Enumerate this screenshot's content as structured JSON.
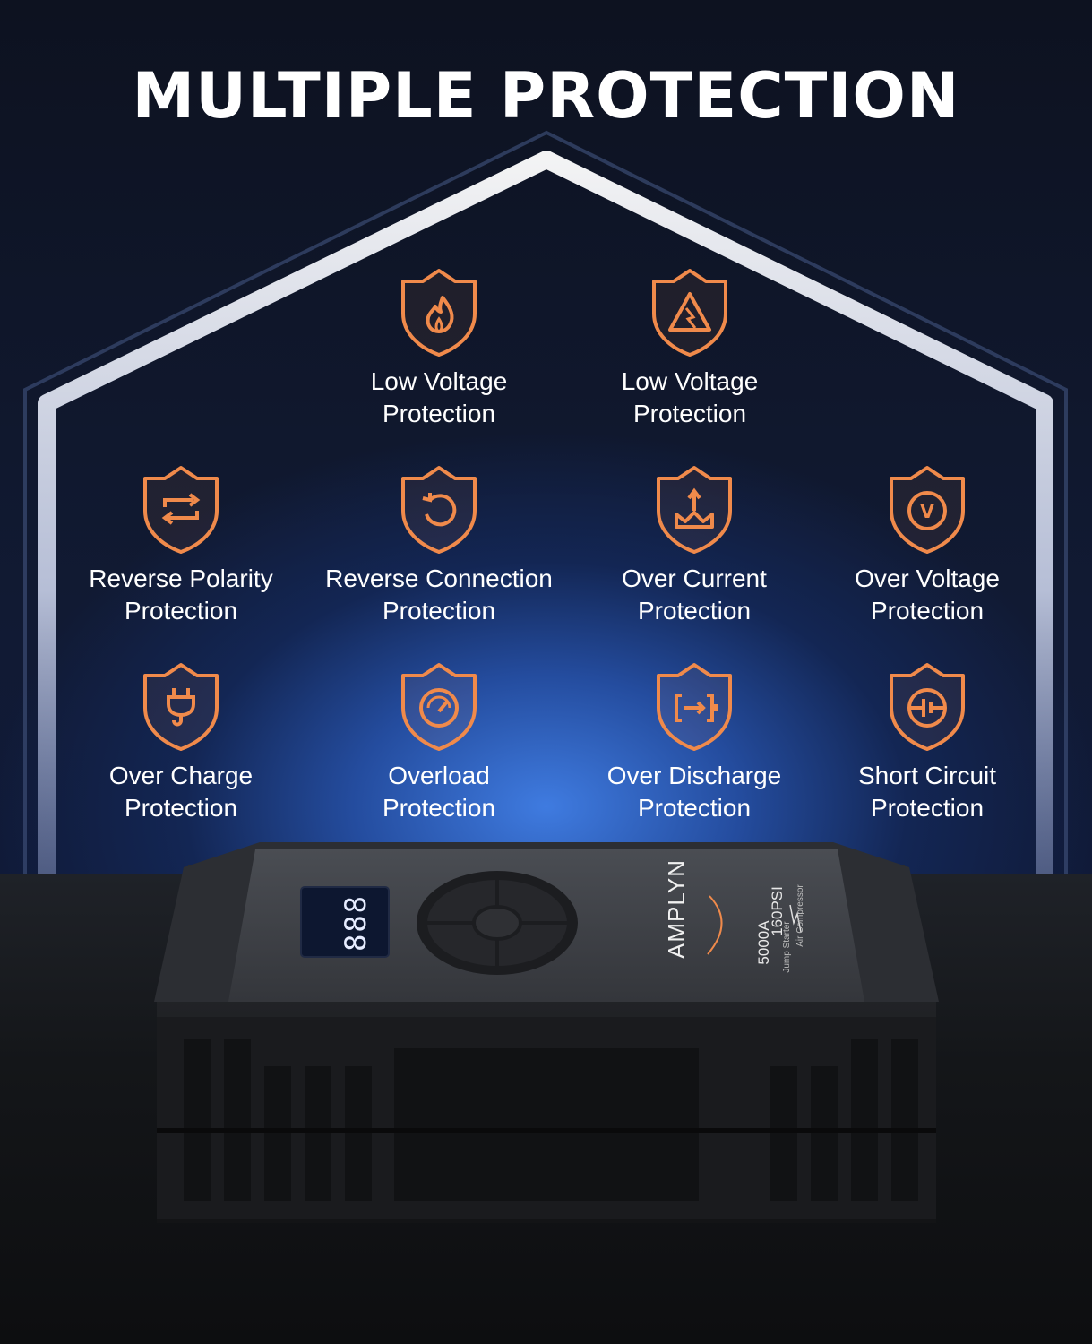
{
  "title": "MULTIPLE PROTECTION",
  "colors": {
    "accent": "#f08a4b",
    "background": "#0b0f1a",
    "glow": "#3f7be0",
    "text": "#ffffff"
  },
  "features": [
    {
      "icon": "flame-icon",
      "line1": "Low Voltage",
      "line2": "Protection"
    },
    {
      "icon": "warning-triangle-icon",
      "line1": "Low Voltage",
      "line2": "Protection"
    },
    {
      "icon": "reverse-arrows-icon",
      "line1": "Reverse Polarity",
      "line2": "Protection"
    },
    {
      "icon": "rotate-arrow-icon",
      "line1": "Reverse Connection",
      "line2": "Protection"
    },
    {
      "icon": "current-surge-icon",
      "line1": "Over Current",
      "line2": "Protection"
    },
    {
      "icon": "voltage-v-icon",
      "line1": "Over Voltage",
      "line2": "Protection"
    },
    {
      "icon": "plug-icon",
      "line1": "Over Charge",
      "line2": "Protection"
    },
    {
      "icon": "gauge-icon",
      "line1": "Overload",
      "line2": "Protection"
    },
    {
      "icon": "discharge-icon",
      "line1": "Over Discharge",
      "line2": "Protection"
    },
    {
      "icon": "battery-cell-icon",
      "line1": "Short Circuit",
      "line2": "Protection"
    }
  ],
  "device": {
    "brand": "AMPLYN",
    "spec_psi": "160PSI",
    "spec_psi_sub": "Air Compressor",
    "spec_amps": "5000A",
    "spec_amps_sub": "Jump Starter",
    "lcd_reading": "888"
  }
}
